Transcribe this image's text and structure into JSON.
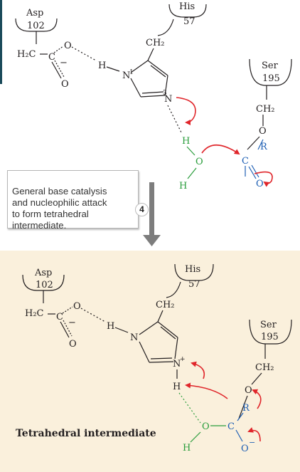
{
  "colors": {
    "panel_bg": "#faf0dc",
    "arrow_red": "#e0262b",
    "oxygen_hydrogen_green": "#2a9d3c",
    "carbon_blue": "#1e5fb4",
    "step_arrow_gray": "#7d7d7d"
  },
  "step": {
    "text": "General base catalysis\nand nucleophilic attack\nto form tetrahedral\nintermediate.",
    "number": "4"
  },
  "top": {
    "asp": {
      "name": "Asp",
      "num": "102"
    },
    "his": {
      "name": "His",
      "num": "57"
    },
    "ser": {
      "name": "Ser",
      "num": "195"
    },
    "h2c": "H₂C",
    "c": "C",
    "minus": "−",
    "o_upper": "O",
    "o_lower": "O",
    "h_bond": "H",
    "n1": "N",
    "n1_sup": "1",
    "n3": "N",
    "n3_sup": "3",
    "ch2_his": "CH₂",
    "ch2_ser": "CH₂",
    "o_ser": "O",
    "r": "R",
    "c_sub": "C",
    "o_sub": "O",
    "water_h1": "H",
    "water_o": "O",
    "water_h2": "H"
  },
  "bottom": {
    "asp": {
      "name": "Asp",
      "num": "102"
    },
    "his": {
      "name": "His",
      "num": "57"
    },
    "ser": {
      "name": "Ser",
      "num": "195"
    },
    "h2c": "H₂C",
    "c": "C",
    "minus": "−",
    "o_upper": "O",
    "o_lower": "O",
    "h_bond": "H",
    "n1": "N",
    "n3": "N",
    "n3_charge": "+",
    "ch2_his": "CH₂",
    "ch2_ser": "CH₂",
    "o_ser": "O",
    "r": "R",
    "c_sub": "C",
    "o_sub": "O",
    "o_minus": "−",
    "h_transfer": "H",
    "water_o": "O",
    "water_h": "H",
    "caption": "Tetrahedral intermediate"
  }
}
